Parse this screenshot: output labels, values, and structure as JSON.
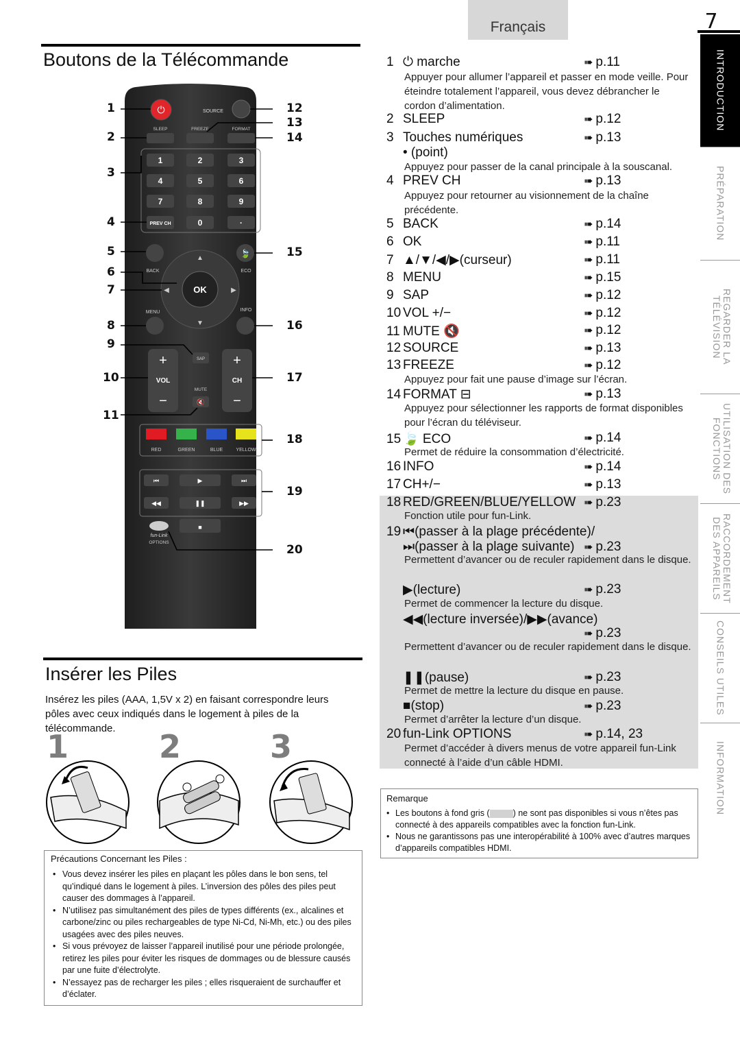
{
  "header": {
    "language": "Français",
    "page_number": "7"
  },
  "side_tabs": [
    "Introduction",
    "Préparation",
    "Regarder la télévision",
    "Utilisation des fonctions",
    "Raccordement des appareils",
    "Conseils utiles",
    "Information"
  ],
  "remote_section": {
    "title": "Boutons de la Télécommande",
    "callouts_left": [
      "1",
      "2",
      "3",
      "4",
      "5",
      "6",
      "7",
      "8",
      "9",
      "10",
      "11"
    ],
    "callouts_right": [
      "12",
      "13",
      "14",
      "15",
      "16",
      "17",
      "18",
      "19",
      "20"
    ],
    "remote_labels": {
      "source": "SOURCE",
      "sleep": "SLEEP",
      "freeze": "FREEZE",
      "format": "FORMAT",
      "digits": [
        "1",
        "2",
        "3",
        "4",
        "5",
        "6",
        "7",
        "8",
        "9",
        "0",
        "·"
      ],
      "prev_ch": "PREV CH",
      "back": "BACK",
      "eco": "ECO",
      "ok": "OK",
      "menu": "MENU",
      "info": "INFO",
      "sap": "SAP",
      "vol": "VOL",
      "ch": "CH",
      "mute": "MUTE",
      "plus": "+",
      "minus": "−",
      "color_labels": [
        "RED",
        "GREEN",
        "BLUE",
        "YELLOW"
      ],
      "funlink": "fun-Link",
      "options": "OPTIONS"
    }
  },
  "battery_section": {
    "title": "Insérer les Piles",
    "text": "Insérez les piles (AAA, 1,5V x 2) en faisant correspondre leurs pôles avec ceux indiqués dans le logement à piles de la télécommande.",
    "steps": [
      "1",
      "2",
      "3"
    ],
    "caution_title": "Précautions Concernant les Piles :",
    "caution_items": [
      "Vous devez insérer les piles en plaçant les pôles dans le bon sens, tel qu’indiqué dans le logement à piles. L’inversion des pôles des piles peut causer des dommages à l’appareil.",
      "N’utilisez pas simultanément des piles de types différents (ex., alcalines et carbone/zinc ou piles rechargeables de type Ni-Cd, Ni-Mh, etc.) ou des piles usagées avec des piles neuves.",
      "Si vous prévoyez de laisser l’appareil inutilisé pour une période prolongée, retirez les piles pour éviter les risques de dommages ou de blessure causés par une fuite d’électrolyte.",
      "N’essayez pas de recharger les piles ; elles risqueraient de surchauffer et d’éclater."
    ]
  },
  "button_list": {
    "items": [
      {
        "num": "1",
        "label": "⏻ marche",
        "ref": "p.11"
      },
      {
        "num": "2",
        "label": "SLEEP",
        "ref": "p.12"
      },
      {
        "num": "3",
        "label": "Touches numériques",
        "ref": "p.13"
      },
      {
        "num": "",
        "label": "• (point)",
        "ref": ""
      },
      {
        "num": "4",
        "label": "PREV CH",
        "ref": "p.13"
      },
      {
        "num": "5",
        "label": "BACK",
        "ref": "p.14"
      },
      {
        "num": "6",
        "label": "OK",
        "ref": "p.11"
      },
      {
        "num": "7",
        "label": "▲/▼/◀/▶(curseur)",
        "ref": "p.11"
      },
      {
        "num": "8",
        "label": "MENU",
        "ref": "p.15"
      },
      {
        "num": "9",
        "label": "SAP",
        "ref": "p.12"
      },
      {
        "num": "10",
        "label": "VOL +/−",
        "ref": "p.12"
      },
      {
        "num": "11",
        "label": "MUTE 🔇",
        "ref": "p.12"
      },
      {
        "num": "12",
        "label": "SOURCE",
        "ref": "p.13"
      },
      {
        "num": "13",
        "label": "FREEZE",
        "ref": "p.12"
      },
      {
        "num": "14",
        "label": "FORMAT ⊟",
        "ref": "p.13"
      },
      {
        "num": "15",
        "label": "🍃 ECO",
        "ref": "p.14"
      },
      {
        "num": "16",
        "label": "INFO",
        "ref": "p.14"
      },
      {
        "num": "17",
        "label": "CH+/−",
        "ref": "p.13"
      },
      {
        "num": "18",
        "label": "RED/GREEN/BLUE/YELLOW",
        "ref": "p.23"
      },
      {
        "num": "19",
        "label": "⏮(passer à la plage précédente)/",
        "ref": ""
      },
      {
        "num": "",
        "label": "⏭(passer à la plage suivante)",
        "ref": "p.23"
      },
      {
        "num": "",
        "label": "▶(lecture)",
        "ref": "p.23"
      },
      {
        "num": "",
        "label": "◀◀(lecture inversée)/▶▶(avance)",
        "ref": ""
      },
      {
        "num": "",
        "label": "",
        "ref": "p.23"
      },
      {
        "num": "",
        "label": "❚❚(pause)",
        "ref": "p.23"
      },
      {
        "num": "",
        "label": "■(stop)",
        "ref": "p.23"
      },
      {
        "num": "20",
        "label": "fun-Link OPTIONS",
        "ref": "p.14, 23"
      }
    ],
    "descriptions": [
      "Appuyer pour allumer l’appareil et passer en mode veille. Pour éteindre totalement l’appareil, vous devez débrancher le cordon d’alimentation.",
      "Appuyez pour passer de la canal principale à la souscanal.",
      "Appuyez pour retourner au visionnement de la chaîne précédente.",
      "Appuyez pour fait une pause d’image sur l’écran.",
      "Appuyez pour sélectionner les rapports de format disponibles pour l’écran du téléviseur.",
      "Permet de réduire la consommation d’électricité.",
      "Fonction utile pour fun-Link.",
      "Permettent d’avancer ou de reculer rapidement dans le disque.",
      "Permet de commencer la lecture du disque.",
      "Permettent d’avancer ou de reculer rapidement dans le disque.",
      "Permet de mettre la lecture du disque en pause.",
      "Permet d’arrêter la lecture d’un disque.",
      "Permet d’accéder à divers menus de votre appareil fun-Link connecté à l’aide d’un câble HDMI."
    ],
    "arrow_icon": "arrow-right-icon"
  },
  "remark": {
    "title": "Remarque",
    "items": [
      "Les boutons à fond gris (",
      ") ne sont pas disponibles si vous n’êtes pas connecté à des appareils compatibles avec la fonction fun-Link.",
      "Nous ne garantissons pas une interopérabilité à 100% avec d’autres marques d’appareils compatibles HDMI."
    ]
  },
  "colors": {
    "power": "#e0262a",
    "red": "#e11b24",
    "green": "#36b24a",
    "blue": "#2a55c8",
    "yellow": "#e6e21c",
    "eco": "#4caf3e",
    "remote_body": "#2c2c2c"
  }
}
